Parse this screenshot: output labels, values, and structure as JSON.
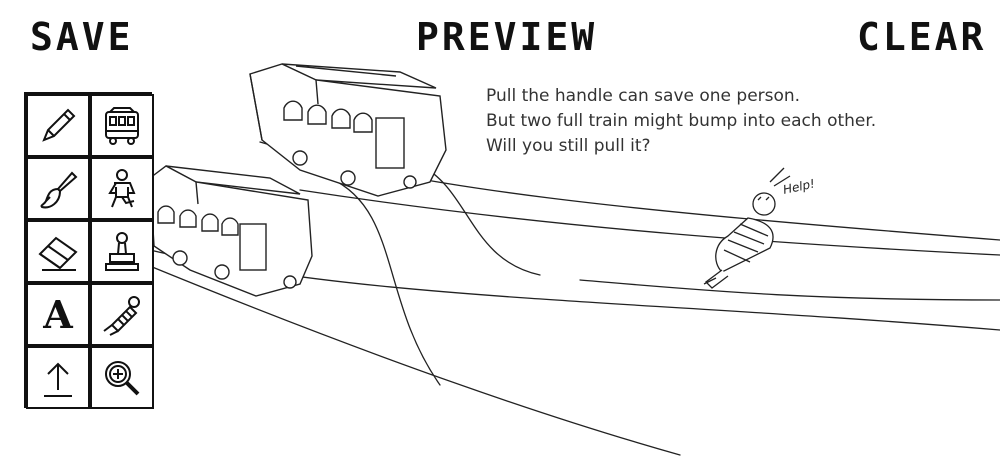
{
  "header": {
    "save_label": "SAVE",
    "preview_label": "PREVIEW",
    "clear_label": "CLEAR"
  },
  "tools": [
    {
      "name": "pencil-tool",
      "icon": "pencil-icon"
    },
    {
      "name": "train-stamp-tool",
      "icon": "train-icon"
    },
    {
      "name": "brush-tool",
      "icon": "brush-icon"
    },
    {
      "name": "person-stamp-tool",
      "icon": "person-icon"
    },
    {
      "name": "eraser-tool",
      "icon": "eraser-icon"
    },
    {
      "name": "stamp-tool",
      "icon": "stamp-icon"
    },
    {
      "name": "text-tool",
      "icon": "text-icon",
      "letter": "A"
    },
    {
      "name": "bound-person-tool",
      "icon": "bound-person-icon"
    },
    {
      "name": "upload-tool",
      "icon": "upload-icon"
    },
    {
      "name": "zoom-tool",
      "icon": "zoom-in-icon"
    }
  ],
  "story": {
    "line1": "Pull the handle can save one person.",
    "line2": "But two full train might bump into each other.",
    "line3": "Will you still pull it?"
  },
  "scene": {
    "help_label": "Help!"
  }
}
